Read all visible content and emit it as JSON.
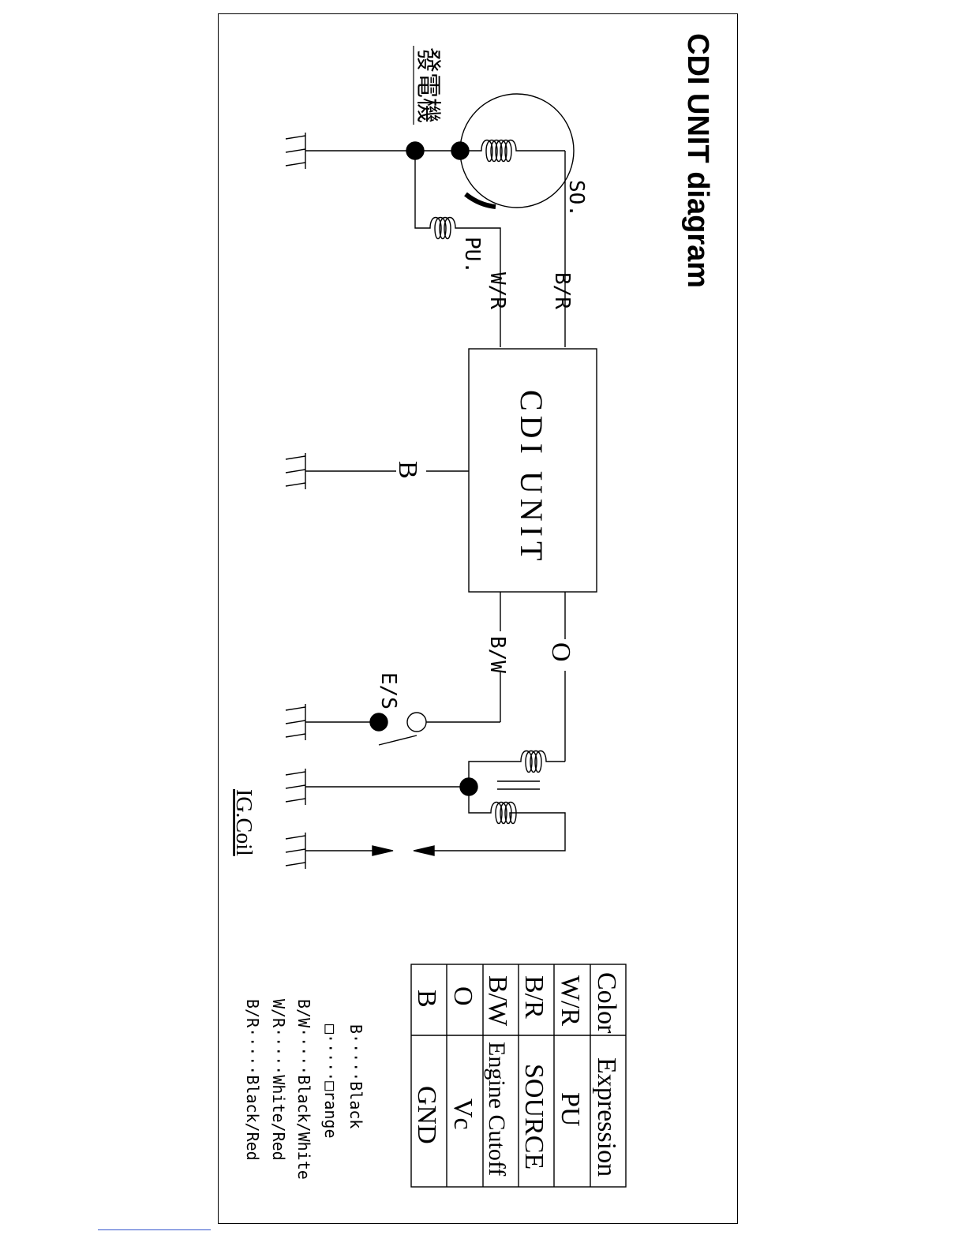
{
  "title": "CDI UNIT diagram",
  "generator_label": "發電機",
  "cdi_box_label": "CDI UNIT",
  "wires": {
    "source_coil": "SO.",
    "pickup_coil": "PU.",
    "br": "B/R",
    "wr": "W/R",
    "b": "B",
    "o": "O",
    "bw": "B/W",
    "es": "E/S",
    "ig_coil": "IG.Coil"
  },
  "table": {
    "headers": [
      "Color",
      "Expression"
    ],
    "rows": [
      [
        "W/R",
        "PU"
      ],
      [
        "B/R",
        "SOURCE"
      ],
      [
        "B/W",
        "Engine Cutoff"
      ],
      [
        "O",
        "Vc"
      ],
      [
        "B",
        "GND"
      ]
    ]
  },
  "legend": [
    "B·····Black",
    "□·····□range",
    "B/W·····Black/White",
    "W/R·····White/Red",
    "B/R·····Black/Red"
  ],
  "colors": {
    "ink": "#000000",
    "bottom_rule": "#3355cc"
  }
}
